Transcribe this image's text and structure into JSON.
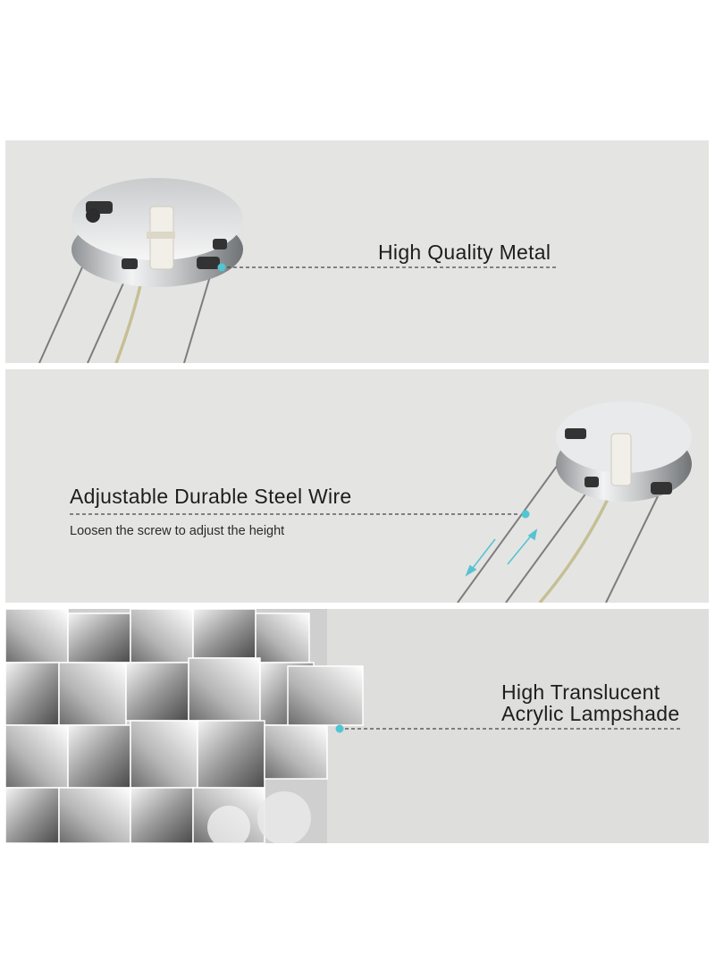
{
  "features": [
    {
      "title": "High Quality Metal",
      "subtitle": ""
    },
    {
      "title": "Adjustable Durable Steel Wire",
      "subtitle": "Loosen the screw to adjust the height"
    },
    {
      "title_line1": "High Translucent",
      "title_line2": "Acrylic Lampshade"
    }
  ],
  "colors": {
    "panel_bg": "#e4e5e3",
    "accent_dot": "#4fc6d2",
    "leader_line": "#444444",
    "arrow": "#59c2d0"
  },
  "icons": [
    "canopy-image",
    "adjust-arrows-icon",
    "crystal-shade-image"
  ]
}
